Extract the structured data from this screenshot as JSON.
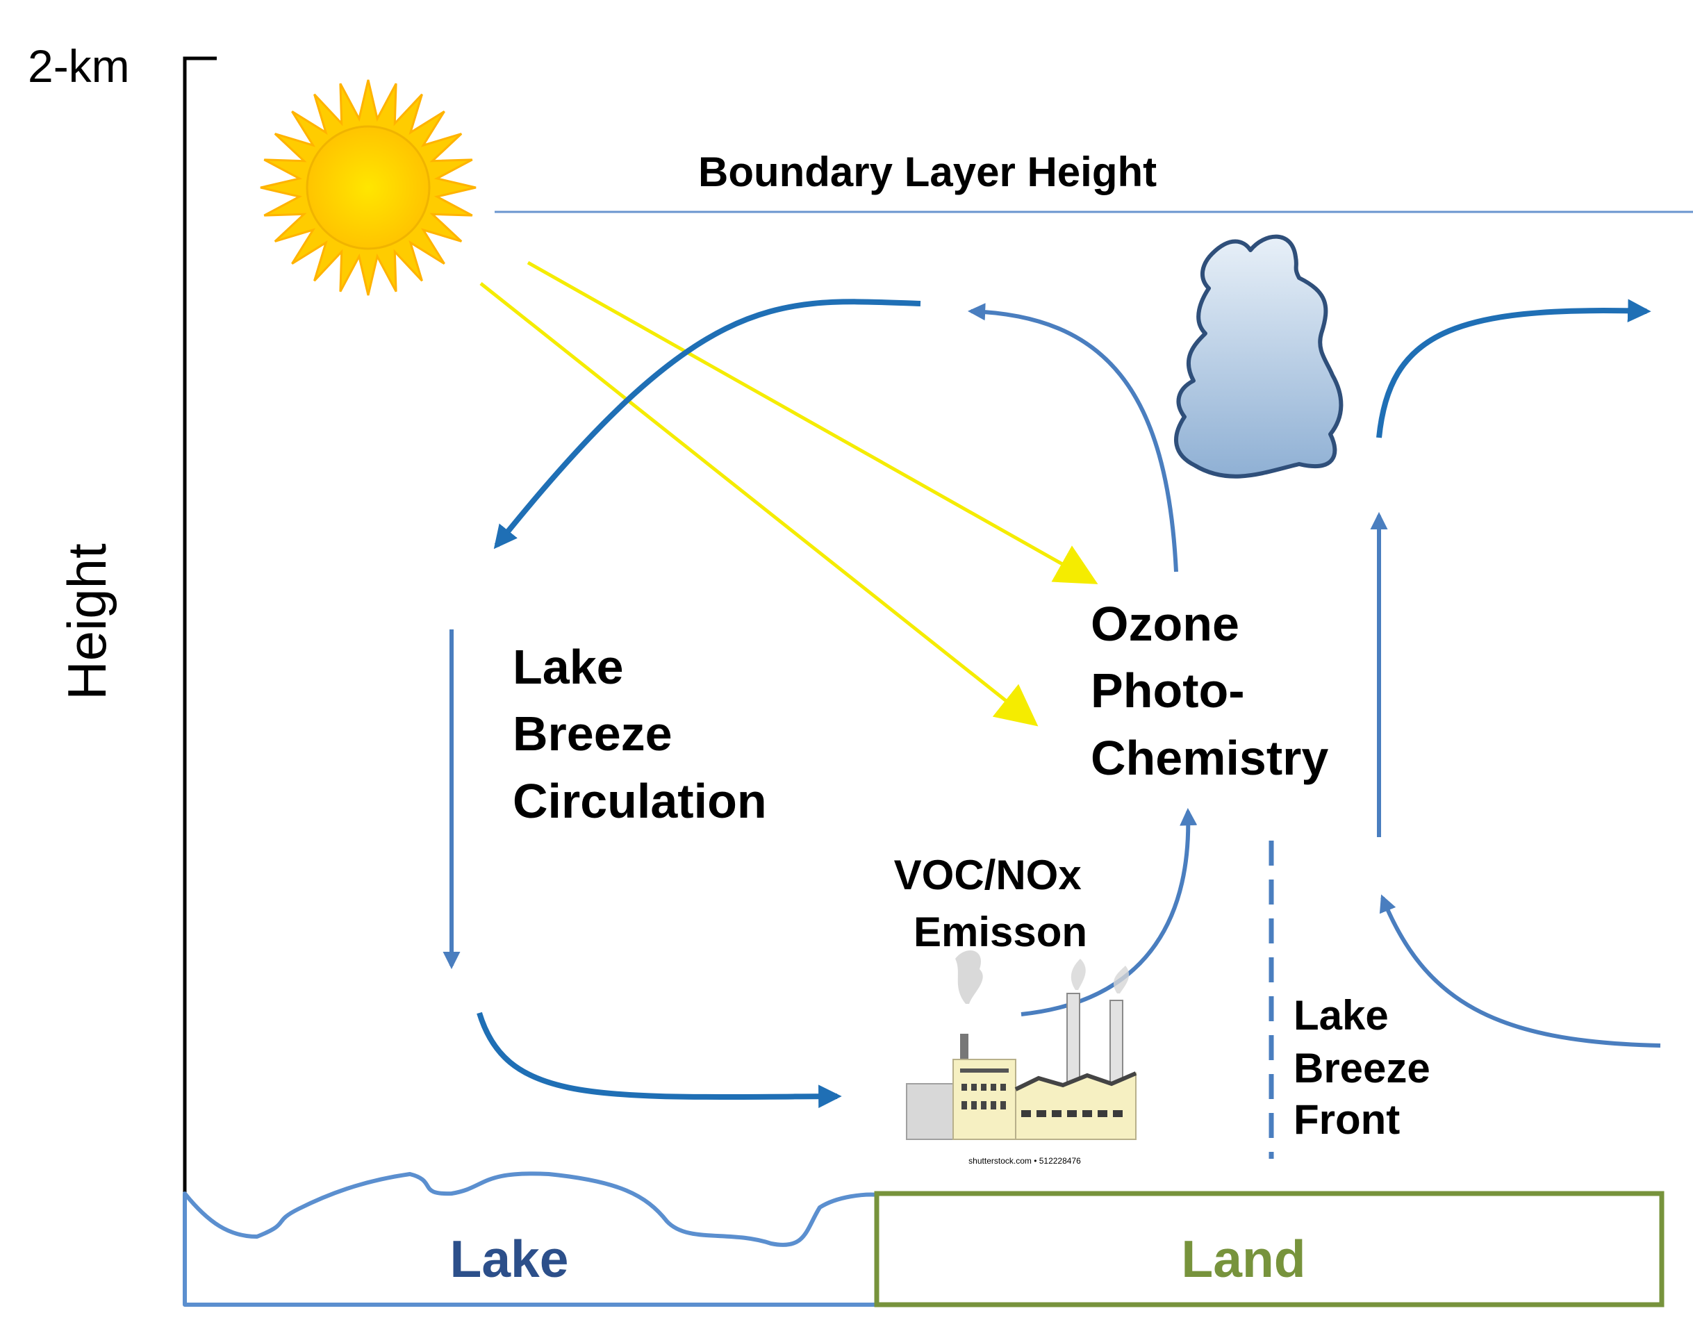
{
  "axis": {
    "top_label": "2-km",
    "y_label": "Height"
  },
  "labels": {
    "boundary_layer": "Boundary Layer Height",
    "circulation": [
      "Lake",
      "Breeze",
      "Circulation"
    ],
    "ozone": [
      "Ozone",
      "Photo-",
      "Chemistry"
    ],
    "emission": [
      "VOC/NOx",
      "Emisson"
    ],
    "front": [
      "Lake",
      "Breeze",
      "Front"
    ],
    "lake": "Lake",
    "land": "Land",
    "watermark": "shutterstock.com • 512228476"
  },
  "icons": {
    "sun": "sun-icon",
    "cloud": "cloud-icon",
    "factory": "factory-icon"
  },
  "colors": {
    "flow_arrow": "#4a7ebf",
    "flow_arrow_dark": "#1f6fb5",
    "sun_ray_line": "#f5ec00",
    "sun_fill": "#ffd400",
    "sun_outer": "#ffb800",
    "cloud_fill": "#b8cde4",
    "cloud_stroke": "#2f4f7a",
    "lake_line": "#5b8fcf",
    "lake_text": "#2c4f8a",
    "land_line": "#77933c",
    "land_text": "#77933c",
    "boundary_line": "#6a95cf"
  }
}
